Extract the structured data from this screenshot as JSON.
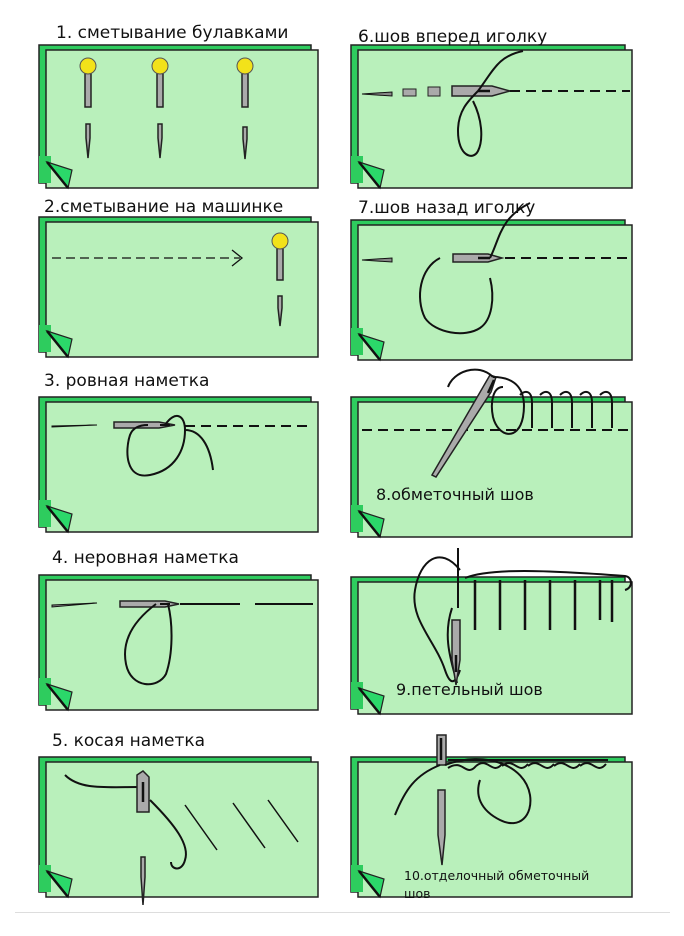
{
  "colors": {
    "sheet_back": "#2ecc5e",
    "sheet_front": "#b9f0bb",
    "pin_head": "#f2e21a",
    "needle": "#aaaaaa"
  },
  "stitches": [
    {
      "title": "1. сметывание булавками"
    },
    {
      "title": "2.сметывание на машинке"
    },
    {
      "title": "3. ровная наметка"
    },
    {
      "title": "4. неровная наметка"
    },
    {
      "title": "5. косая наметка"
    },
    {
      "title": "6.шов вперед иголку"
    },
    {
      "title": "7.шов назад иголку"
    },
    {
      "title": "8.обметочный шов"
    },
    {
      "title": "9.петельный шов"
    },
    {
      "title": "10.отделочный обметочный",
      "title_line2": "шов"
    }
  ]
}
